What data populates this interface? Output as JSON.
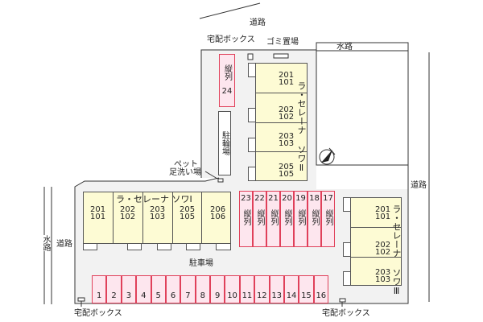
{
  "labels": {
    "road_top": "道路",
    "road_right": "道路",
    "road_left": "道路",
    "waterway_top": "水路",
    "waterway_left": "水路",
    "delivery_box": "宅配ボックス",
    "garbage": "ゴミ置場",
    "bicycle_parking": "駐輪場",
    "pet_wash_line1": "ペット",
    "pet_wash_line2": "足洗い場",
    "parking": "駐車場",
    "tandem": "縦列"
  },
  "building_1": {
    "name": "ラ・セレーナ ソワⅠ",
    "units": [
      [
        "201",
        "101"
      ],
      [
        "202",
        "102"
      ],
      [
        "203",
        "103"
      ],
      [
        "205",
        "105"
      ],
      [
        "206",
        "106"
      ]
    ]
  },
  "building_2": {
    "name": "ラ・セレーナ ソワⅡ",
    "units": [
      [
        "201",
        "101"
      ],
      [
        "202",
        "102"
      ],
      [
        "203",
        "103"
      ],
      [
        "205",
        "105"
      ]
    ]
  },
  "building_3": {
    "name": "ラ・セレーナ ソワⅢ",
    "units": [
      [
        "201",
        "101"
      ],
      [
        "202",
        "102"
      ],
      [
        "203",
        "103"
      ]
    ]
  },
  "parking_row": [
    "1",
    "2",
    "3",
    "4",
    "5",
    "6",
    "7",
    "8",
    "9",
    "10",
    "11",
    "12",
    "13",
    "14",
    "15",
    "16"
  ],
  "parking_tandem": [
    "23",
    "22",
    "21",
    "20",
    "19",
    "18",
    "17"
  ],
  "parking_tandem_top": "24",
  "colors": {
    "building": "#fdfbd4",
    "parking": "#fde6ee",
    "parking_border": "#e0405a",
    "lot": "#f2f2f2"
  }
}
